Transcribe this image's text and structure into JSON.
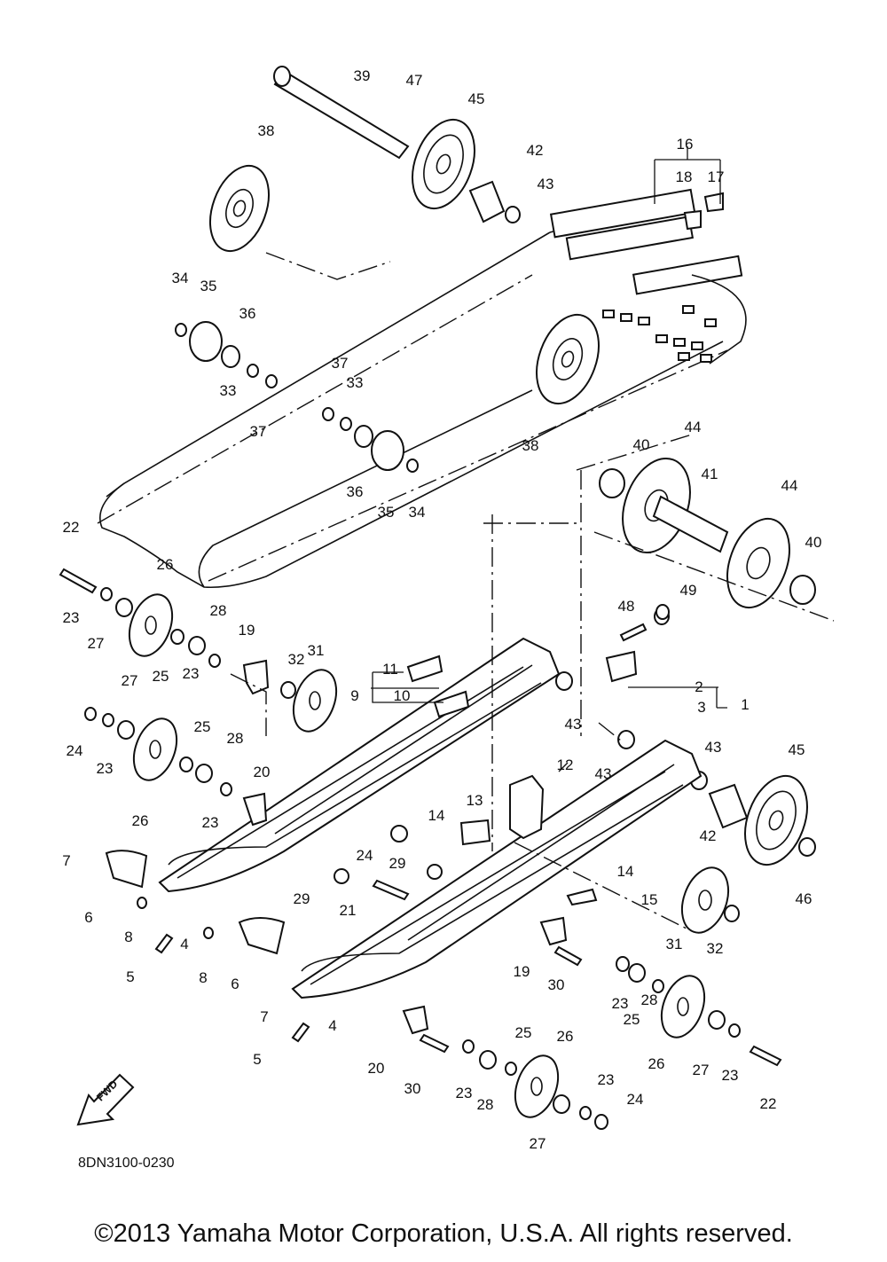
{
  "diagram_code": "8DN3100-0230",
  "fwd_label": "FWD",
  "copyright": "©2013 Yamaha Motor Corporation, U.S.A. All rights reserved.",
  "callouts": [
    "1",
    "2",
    "3",
    "4",
    "5",
    "6",
    "7",
    "8",
    "9",
    "10",
    "11",
    "12",
    "13",
    "14",
    "15",
    "16",
    "17",
    "18",
    "19",
    "20",
    "21",
    "22",
    "23",
    "24",
    "25",
    "26",
    "27",
    "28",
    "29",
    "30",
    "31",
    "32",
    "33",
    "34",
    "35",
    "36",
    "37",
    "38",
    "39",
    "40",
    "41",
    "42",
    "43",
    "44",
    "45",
    "46",
    "47",
    "48",
    "49"
  ]
}
